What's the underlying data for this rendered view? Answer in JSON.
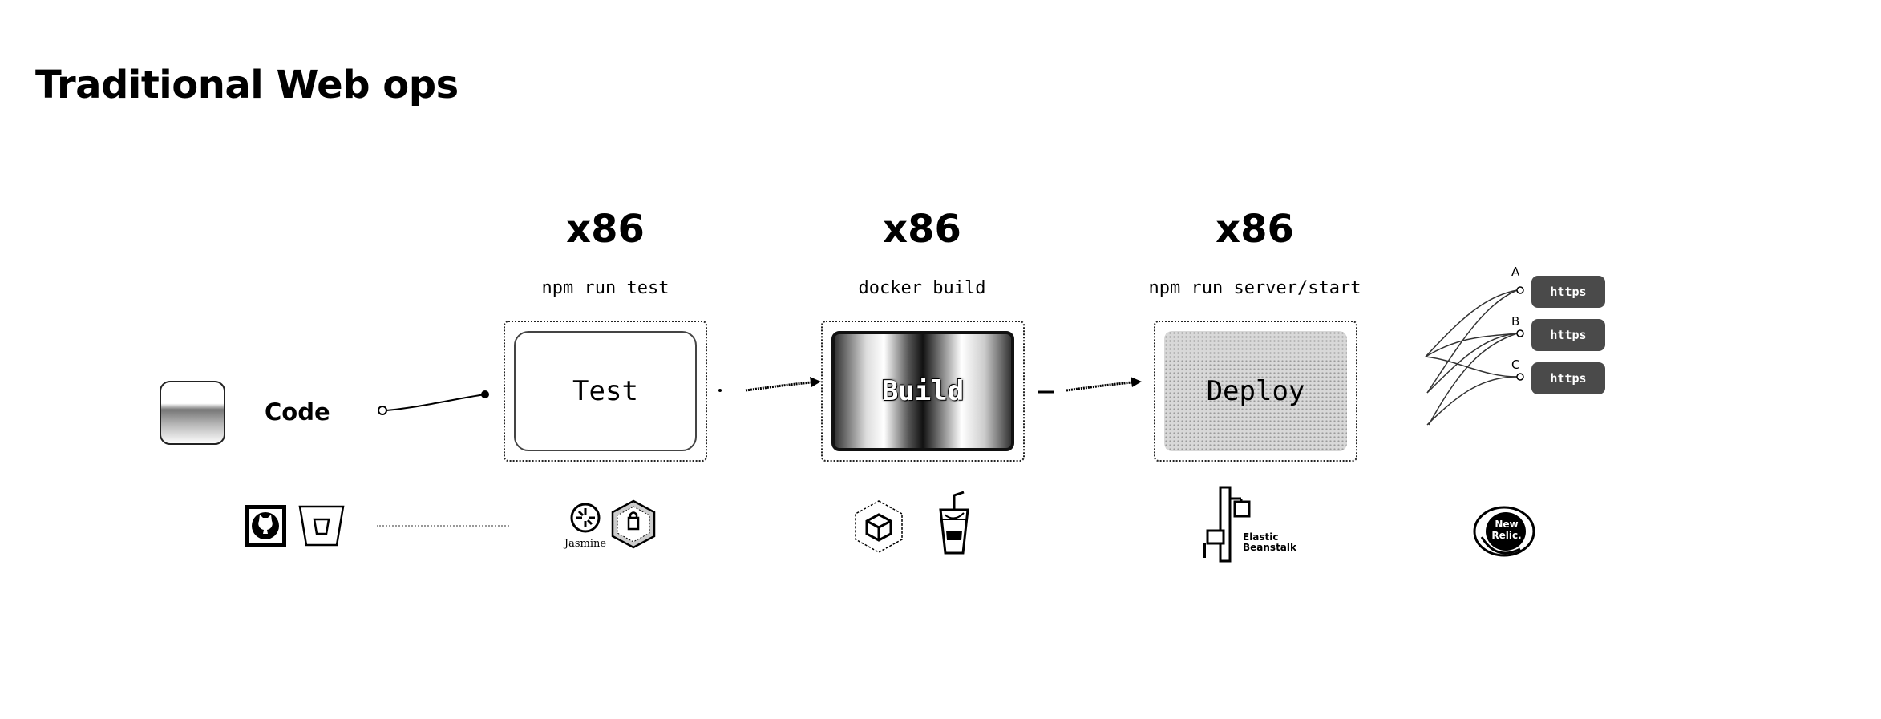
{
  "title": "Traditional Web ops",
  "code": {
    "label": "Code"
  },
  "stages": [
    {
      "arch": "x86",
      "command": "npm run test",
      "box_label": "Test"
    },
    {
      "arch": "x86",
      "command": "docker build",
      "box_label": "Build"
    },
    {
      "arch": "x86",
      "command": "npm run server/start",
      "box_label": "Deploy"
    }
  ],
  "routes": [
    {
      "letter": "A",
      "endpoint": "https"
    },
    {
      "letter": "B",
      "endpoint": "https"
    },
    {
      "letter": "C",
      "endpoint": "https"
    }
  ],
  "tools": {
    "code": [
      "github-icon",
      "bitbucket-icon"
    ],
    "test": {
      "icons": [
        "jasmine-icon",
        "npm-icon"
      ],
      "jasmine_label": "Jasmine"
    },
    "build": [
      "codebuild-icon",
      "gulp-icon"
    ],
    "deploy": {
      "icon": "elastic-beanstalk-icon",
      "label_line1": "Elastic",
      "label_line2": "Beanstalk"
    },
    "monitor": {
      "icon": "new-relic-icon",
      "label_line1": "New",
      "label_line2": "Relic."
    }
  }
}
